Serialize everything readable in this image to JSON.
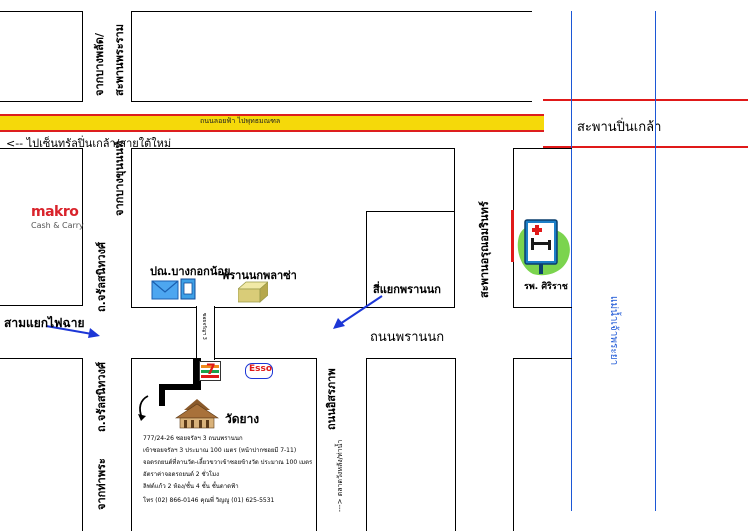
{
  "labels": {
    "from_bang_phlat": "จากบางพลัด/",
    "saphan_phra_ram": "สะพานพระราม",
    "expressway": "ถนนลอยฟ้า  ไปพุทธมณฑล",
    "to_pinklao_south": "<-- ไปเซ็นทรัลปิ่นเกล้า/สายใต้ใหม่",
    "saphan_pinklao": "สะพานปิ่นเกล้า",
    "makro_brand": "makro",
    "makro_sub": "Cash & Carry",
    "charansanitwong_top": "ถ.จรัลสนิทวงศ์",
    "from_bang_khun_non": "จากบางขุนนนท์",
    "post_office": "ปณ.บางกอกน้อย",
    "pranok_plaza": "พรานนกพลาซ่า",
    "sam_yaek_fai_chai": "สามแยกไฟฉาย",
    "si_yaek_pranok": "สี่แยกพรานนก",
    "thanon_pranok": "ถนนพรานนก",
    "sanam_charoen": "สะพานอรุณอมรินทร์",
    "siriraj_hospital": "รพ. ศิริราช",
    "chao_phraya": "แม่น้ำเจ้าพระยา",
    "small_lane": "ซอยจรัญฯ 3",
    "charansanitwong_bottom": "ถ.จรัลสนิทวงศ์",
    "from_tha_phra": "จากท่าพระ",
    "thanon_itsaraphap": "ถนนอิสรภาพ",
    "down_wang_lang": "---> ตลาดวังหลัง/ท่าน้ำ",
    "wat_yang": "วัดยาง",
    "seven_eleven": "7",
    "esso": "Esso",
    "info_lines": [
      "777/24-26  ซอยจรัลฯ 3  ถนนพรานนก",
      "เข้าซอยจรัลฯ 3 ประมาณ 100 เมตร (หน้าปากซอยมี 7-11)",
      "จอดรถยนต์ที่ลานวัด-เลี้ยวขวาเข้าซอยข้างวัด ประมาณ 100 เมตร",
      "อัตราค่าจอดรถยนต์ 2 ชั่วโมง",
      "ลิฟต์แก้ว 2 ห้อง/ชั้น 4 ชั้น ชั้นดาดฟ้า",
      "โทร (02) 866-0146  คุณพี่ วิญญู (01) 625-5531"
    ]
  },
  "colors": {
    "road_line": "#000000",
    "expressway_fill": "#f5d90a",
    "expressway_border": "#dd1e1e",
    "bridge_line": "#e01919",
    "river_line": "#1c57d6",
    "arrow": "#1c36d6",
    "makro_red": "#d9232b"
  }
}
